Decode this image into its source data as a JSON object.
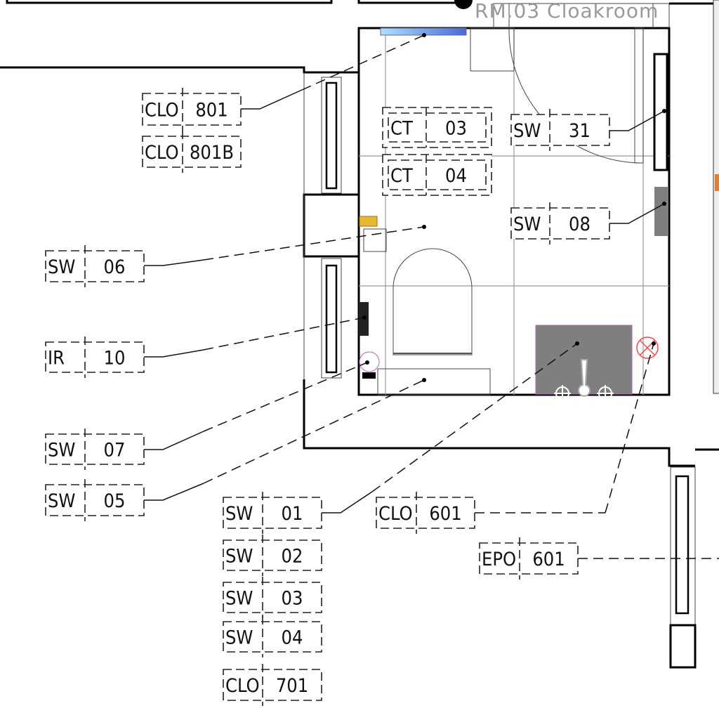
{
  "room_label": "RM.03  Cloakroom",
  "tags": [
    {
      "id": "clo801",
      "prefix": "CLO",
      "number": "801"
    },
    {
      "id": "clo801b",
      "prefix": "CLO",
      "number": "801B"
    },
    {
      "id": "ct03",
      "prefix": "CT",
      "number": "03"
    },
    {
      "id": "ct04",
      "prefix": "CT",
      "number": "04"
    },
    {
      "id": "sw31",
      "prefix": "SW",
      "number": "31"
    },
    {
      "id": "sw08",
      "prefix": "SW",
      "number": "08"
    },
    {
      "id": "sw06",
      "prefix": "SW",
      "number": "06"
    },
    {
      "id": "ir10",
      "prefix": "IR",
      "number": "10"
    },
    {
      "id": "sw07",
      "prefix": "SW",
      "number": "07"
    },
    {
      "id": "sw05",
      "prefix": "SW",
      "number": "05"
    },
    {
      "id": "sw01",
      "prefix": "SW",
      "number": "01"
    },
    {
      "id": "sw02",
      "prefix": "SW",
      "number": "02"
    },
    {
      "id": "sw03",
      "prefix": "SW",
      "number": "03"
    },
    {
      "id": "sw04",
      "prefix": "SW",
      "number": "04"
    },
    {
      "id": "clo701",
      "prefix": "CLO",
      "number": "701"
    },
    {
      "id": "clo601",
      "prefix": "CLO",
      "number": "601"
    },
    {
      "id": "epo601",
      "prefix": "EPO",
      "number": "601"
    }
  ],
  "colors": {
    "light_fixture_start": "#aee0ff",
    "light_fixture_end": "#4a6ad8",
    "basin": "#7f7f7f",
    "gold": "#e8b830",
    "fan": "#ff4444",
    "magenta": "#c060c0"
  }
}
